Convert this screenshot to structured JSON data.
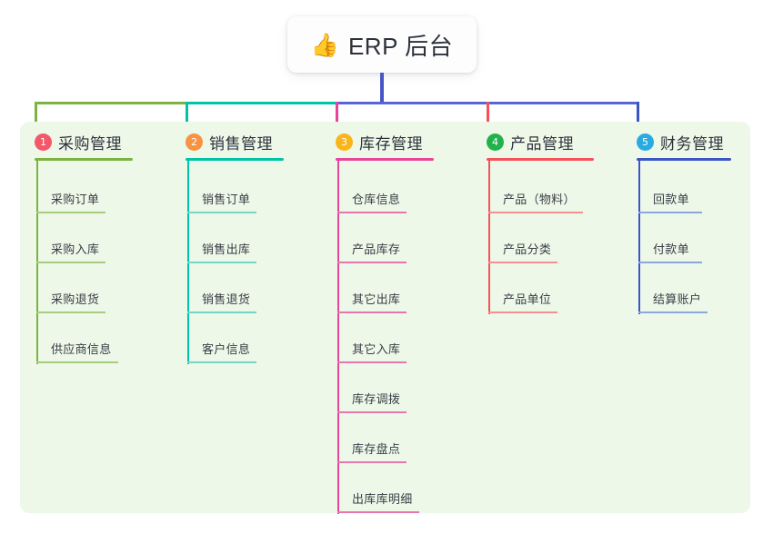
{
  "root": {
    "icon": "thumbs-up-icon",
    "emoji": "👍",
    "title": "ERP 后台"
  },
  "colors": {
    "panel_background": "#eef8e9",
    "page_background": "#ffffff",
    "text_dark": "#2c313b",
    "text_leaf": "#383e46",
    "root_stem": "#4756c4",
    "bus_segment_1": "#7cb342",
    "bus_segment_2": "#00c4a7",
    "bus_segment_3": "#5766d6"
  },
  "columns": [
    {
      "index": "1",
      "badge_color": "#f4566a",
      "line_color": "#7cb342",
      "leaf_line_color": "#a6cd7f",
      "title": "采购管理",
      "items": [
        {
          "label": "采购订单"
        },
        {
          "label": "采购入库"
        },
        {
          "label": "采购退货"
        },
        {
          "label": "供应商信息"
        }
      ]
    },
    {
      "index": "2",
      "badge_color": "#f79343",
      "line_color": "#00c4a7",
      "leaf_line_color": "#74d6c6",
      "title": "销售管理",
      "items": [
        {
          "label": "销售订单"
        },
        {
          "label": "销售出库"
        },
        {
          "label": "销售退货"
        },
        {
          "label": "客户信息"
        }
      ]
    },
    {
      "index": "3",
      "badge_color": "#f9b519",
      "line_color": "#e8459a",
      "leaf_line_color": "#e776ae",
      "title": "库存管理",
      "items": [
        {
          "label": "仓库信息"
        },
        {
          "label": "产品库存"
        },
        {
          "label": "其它出库"
        },
        {
          "label": "其它入库"
        },
        {
          "label": "库存调拨"
        },
        {
          "label": "库存盘点"
        },
        {
          "label": "出库库明细"
        }
      ]
    },
    {
      "index": "4",
      "badge_color": "#22b24c",
      "line_color": "#f4515a",
      "leaf_line_color": "#f59091",
      "title": "产品管理",
      "items": [
        {
          "label": "产品（物料）"
        },
        {
          "label": "产品分类"
        },
        {
          "label": "产品单位"
        }
      ]
    },
    {
      "index": "5",
      "badge_color": "#29abe2",
      "line_color": "#3a56c4",
      "leaf_line_color": "#8ba7de",
      "title": "财务管理",
      "items": [
        {
          "label": "回款单"
        },
        {
          "label": "付款单"
        },
        {
          "label": "结算账户"
        }
      ]
    }
  ]
}
